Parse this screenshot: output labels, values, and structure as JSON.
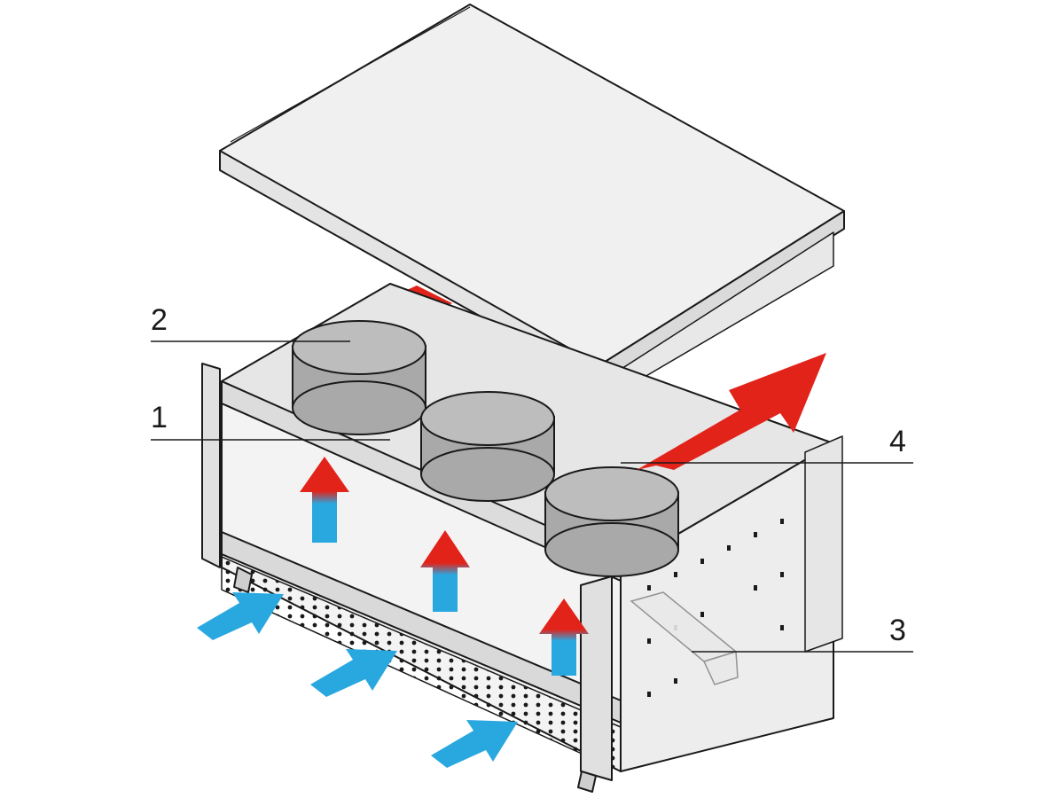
{
  "callouts": [
    {
      "id": "1",
      "label": "1"
    },
    {
      "id": "2",
      "label": "2"
    },
    {
      "id": "3",
      "label": "3"
    },
    {
      "id": "4",
      "label": "4"
    }
  ],
  "colors": {
    "outline": "#1a1a1a",
    "panel": "#ececec",
    "panel_dark": "#d9d9d9",
    "fan": "#a9a9a9",
    "exhaust_red": "#e2231a",
    "intake_blue": "#29a8e0"
  },
  "icons": {
    "intake": "arrow-intake-icon",
    "exhaust": "arrow-exhaust-icon",
    "fan": "fan-icon"
  }
}
